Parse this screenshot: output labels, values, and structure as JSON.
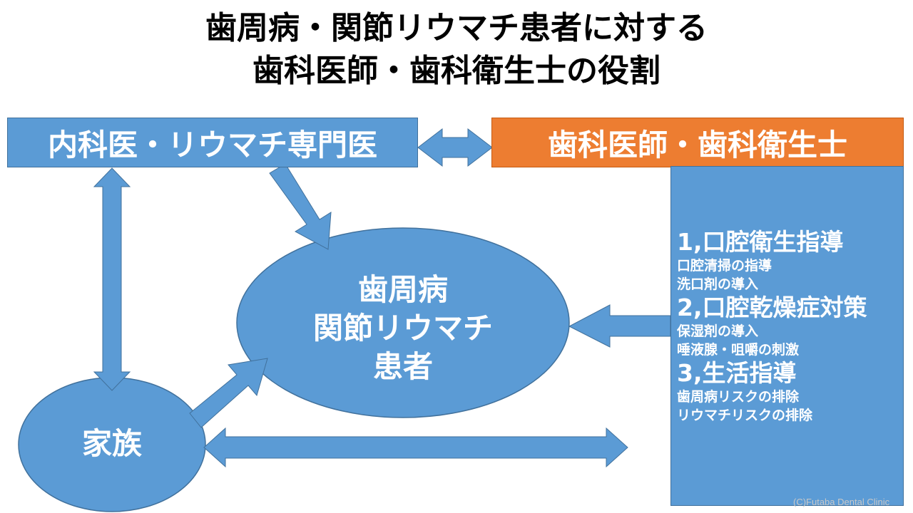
{
  "title": {
    "line1": "歯周病・関節リウマチ患者に対する",
    "line2": "歯科医師・歯科衛生士の役割"
  },
  "nodes": {
    "internist": "内科医・リウマチ専門医",
    "dentist": "歯科医師・歯科衛生士",
    "patient": [
      "歯周病",
      "関節リウマチ",
      "患者"
    ],
    "family": "家族"
  },
  "roles": [
    {
      "heading": "1,口腔衛生指導",
      "items": [
        "口腔清掃の指導",
        "洗口剤の導入"
      ]
    },
    {
      "heading": "2,口腔乾燥症対策",
      "items": [
        "保湿剤の導入",
        "唾液腺・咀嚼の刺激"
      ]
    },
    {
      "heading": "3,生活指導",
      "items": [
        "歯周病リスクの排除",
        "リウマチリスクの排除"
      ]
    }
  ],
  "credit": "(C)Futaba Dental Clinic",
  "colors": {
    "blue": "#5b9bd5",
    "blue_border": "#41719c",
    "orange": "#ed7d31"
  }
}
